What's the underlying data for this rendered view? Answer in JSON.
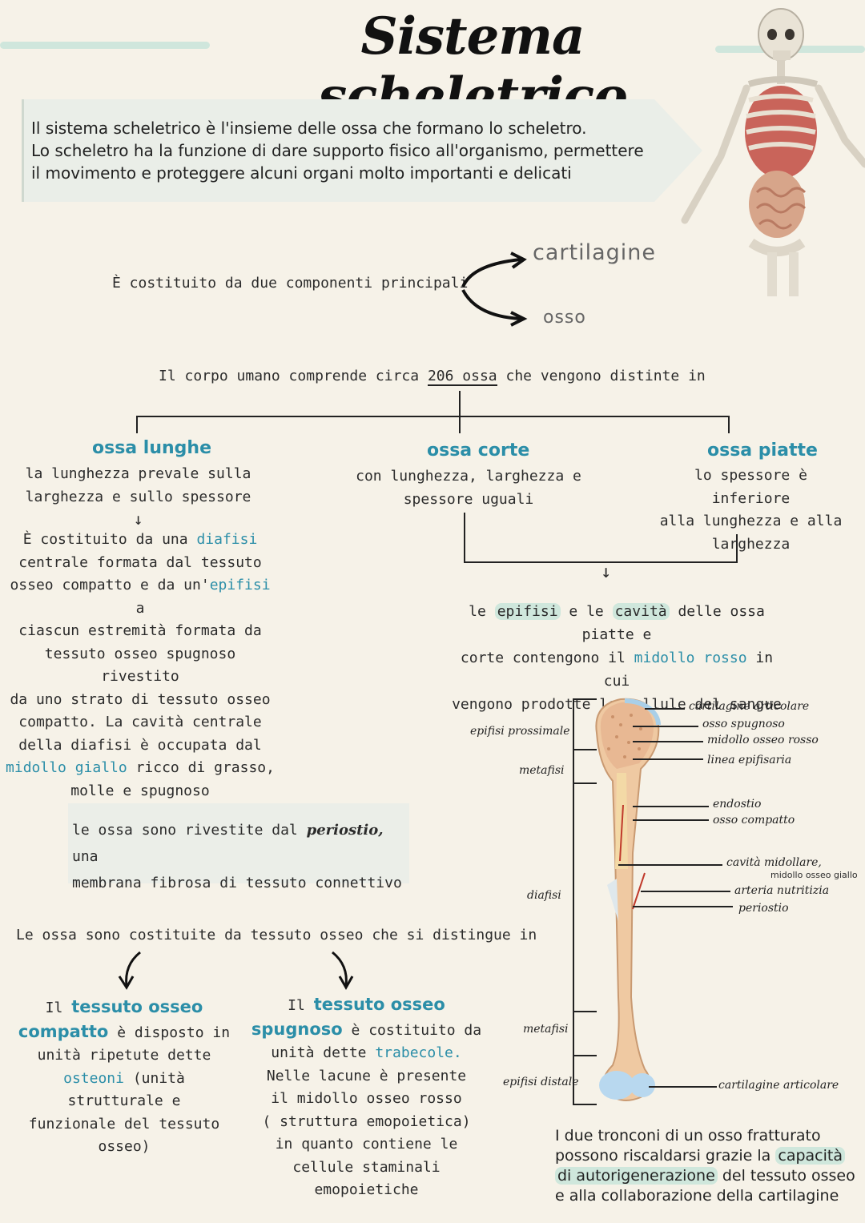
{
  "title": "Sistema scheletrico",
  "intro": {
    "line1": "Il sistema scheletrico è l'insieme delle ossa che formano lo scheletro.",
    "line2": "Lo scheletro ha la funzione di dare supporto fisico all'organismo, permettere",
    "line3": "il movimento e proteggere alcuni organi molto importanti e delicati"
  },
  "components": {
    "intro": "È costituito da due componenti principali",
    "item1": "cartilagine",
    "item2": "osso"
  },
  "classification": {
    "pre": "Il corpo umano comprende circa",
    "number": "206 ossa",
    "post": "che vengono distinte in"
  },
  "long_bones": {
    "heading": "ossa lunghe",
    "desc1": "la lunghezza prevale sulla",
    "desc2": "larghezza e sullo spessore",
    "arrow": "↓",
    "p1": "È costituito da una",
    "diafisi": "diafisi",
    "p2": "centrale formata dal tessuto",
    "p3a": "osseo compatto e da un'",
    "epifisi": "epifisi",
    "p3b": " a",
    "p4": "ciascun estremità formata da",
    "p5": "tessuto osseo spugnoso rivestito",
    "p6": "da uno strato di tessuto osseo",
    "p7": "compatto. La cavità centrale",
    "p8": "della diafisi è occupata dal",
    "midollo_giallo": "midollo giallo",
    "p9": " ricco di grasso,",
    "p10": "molle e spugnoso"
  },
  "short_bones": {
    "heading": "ossa corte",
    "desc1": "con lunghezza, larghezza e",
    "desc2": "spessore uguali"
  },
  "flat_bones": {
    "heading": "ossa piatte",
    "desc1": "lo spessore è inferiore",
    "desc2": "alla lunghezza e alla",
    "desc3": "larghezza"
  },
  "marrow_note": {
    "t1": "le",
    "epifisi": "epifisi",
    "t2": "e le",
    "cavita": "cavità",
    "t3": "delle ossa piatte e",
    "t4": "corte contengono il",
    "midollo_rosso": "midollo rosso",
    "t5": "in cui",
    "t6": "vengono prodotte le cellule del sangue"
  },
  "periostio_note": {
    "t1": "le ossa sono rivestite dal",
    "periostio": "periostio,",
    "t2": "una",
    "t3": "membrana fibrosa di tessuto connettivo"
  },
  "tissue": {
    "intro": "Le ossa sono costituite da tessuto osseo che si distingue in",
    "compact": {
      "l1a": "Il",
      "l1b": "tessuto osseo",
      "l2a": "compatto",
      "l2b": "è disposto in",
      "l3": "unità ripetute dette",
      "l4a": "osteoni",
      "l4b": "(unità",
      "l5": "strutturale e",
      "l6": "funzionale del tessuto",
      "l7": "osseo)"
    },
    "spongy": {
      "l1a": "Il",
      "l1b": "tessuto osseo",
      "l2a": "spugnoso",
      "l2b": "è costituito da",
      "l3a": "unità dette",
      "l3b": "trabecole.",
      "l4": "Nelle lacune è presente",
      "l5": "il midollo osseo rosso",
      "l6": "( struttura emopoietica)",
      "l7": "in quanto contiene le",
      "l8": "cellule staminali",
      "l9": "emopoietiche"
    }
  },
  "bone_labels": {
    "epifisi_prossimale": "epifisi prossimale",
    "metafisi_top": "metafisi",
    "diafisi": "diafisi",
    "metafisi_bottom": "metafisi",
    "epifisi_distale": "epifisi distale",
    "cartilagine_articolare_top": "cartilagine articolare",
    "osso_spugnoso": "osso spugnoso",
    "midollo_osseo_rosso": "midollo osseo rosso",
    "linea_epifisaria": "linea epifisaria",
    "endostio": "endostio",
    "osso_compatto": "osso compatto",
    "cavita_midollare": "cavità midollare,",
    "midollo_osseo_giallo": "midollo osseo giallo",
    "arteria_nutritizia": "arteria nutritizia",
    "periostio": "periostio",
    "cartilagine_articolare_bottom": "cartilagine articolare"
  },
  "fracture_note": {
    "l1": "I due tronconi di un osso fratturato",
    "l2a": "possono riscaldarsi grazie la",
    "l2b": "capacità",
    "l3a": "di autorigenerazione",
    "l3b": "del tessuto osseo",
    "l4": "e alla collaborazione della cartilagine"
  }
}
